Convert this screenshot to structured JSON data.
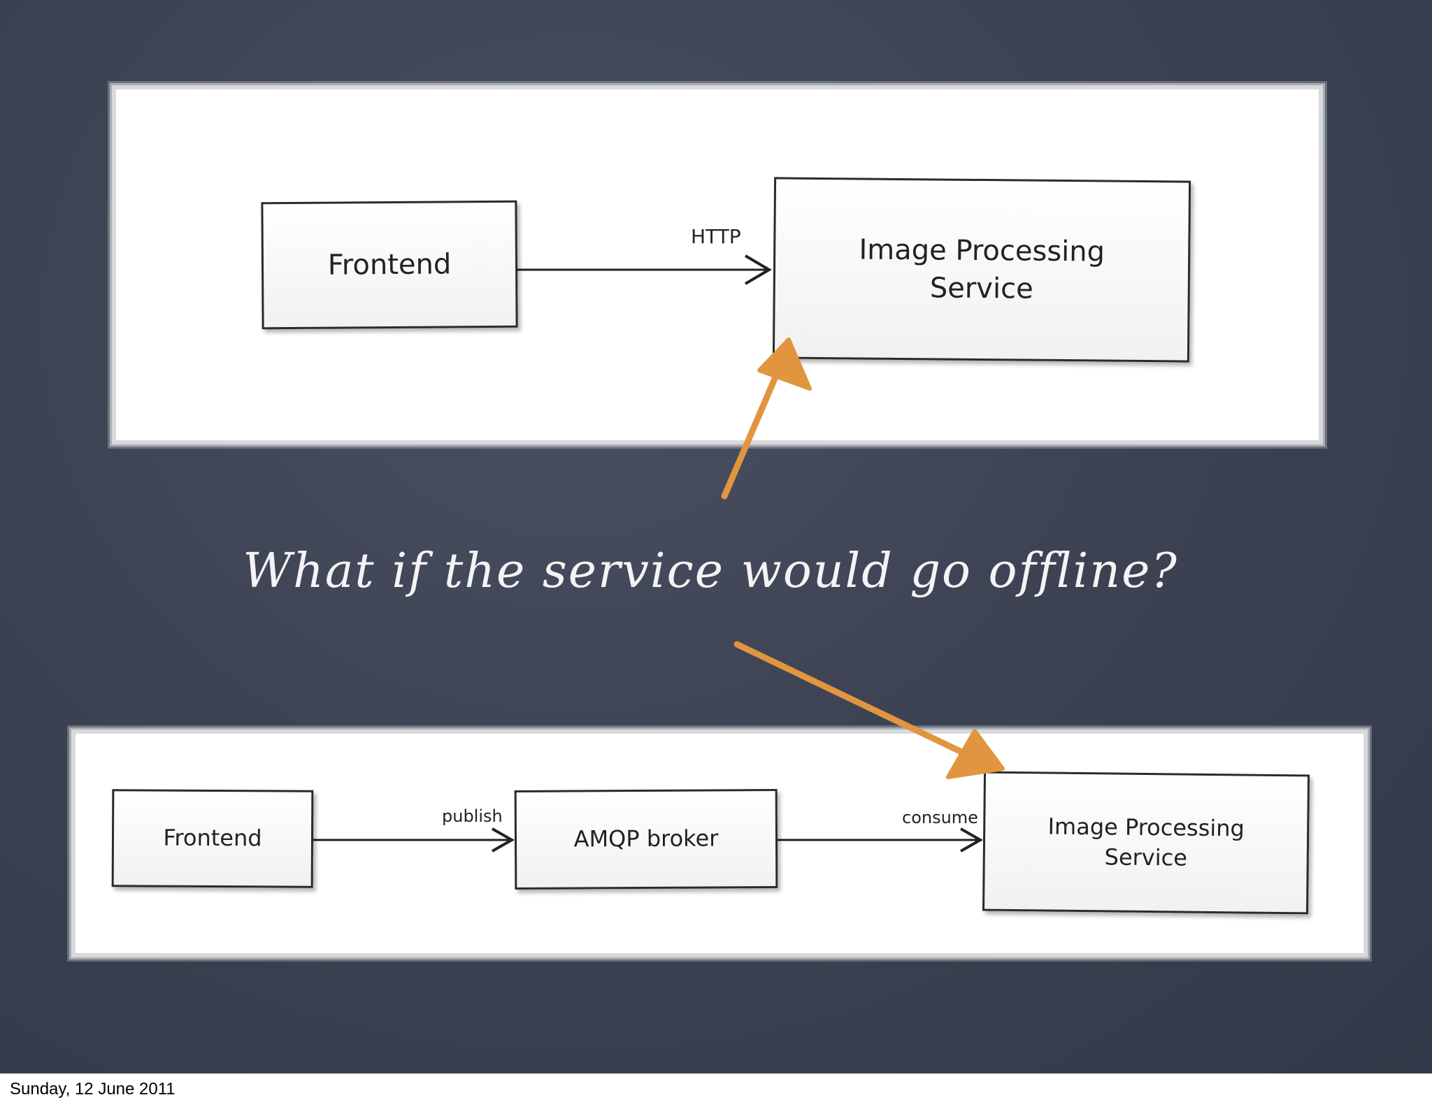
{
  "top_diagram": {
    "frontend_label": "Frontend",
    "edge_label": "HTTP",
    "service_line1": "Image Processing",
    "service_line2": "Service"
  },
  "question": "What if the service would go offline?",
  "bottom_diagram": {
    "frontend_label": "Frontend",
    "publish_label": "publish",
    "broker_label": "AMQP broker",
    "consume_label": "consume",
    "service_line1": "Image Processing",
    "service_line2": "Service"
  },
  "footer": {
    "date": "Sunday, 12 June 2011"
  },
  "colors": {
    "background": "#3d4353",
    "accent_arrow": "#e0953e",
    "diagram_line": "#222222"
  }
}
